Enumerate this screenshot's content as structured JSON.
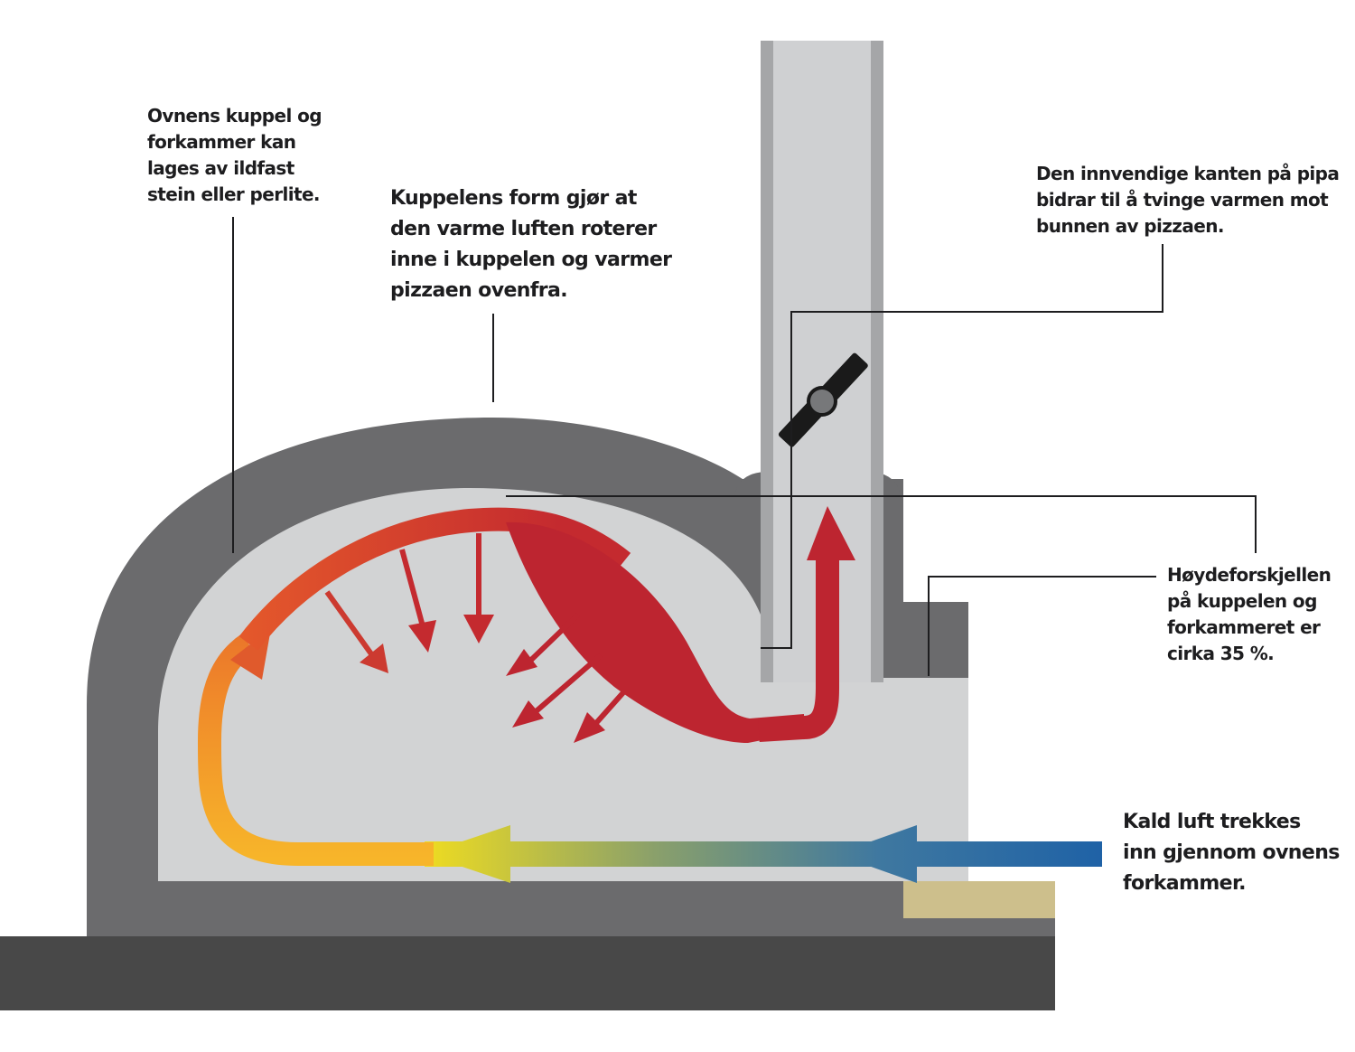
{
  "labels": {
    "dome_material": {
      "lines": [
        "Ovnens kuppel og",
        "forkammer kan",
        "lages av ildfast",
        "stein eller perlite."
      ]
    },
    "dome_shape": {
      "lines": [
        "Kuppelens form gjør at",
        "den varme luften roterer",
        "inne i kuppelen og varmer",
        "pizzaen ovenfra."
      ]
    },
    "chimney_edge": {
      "lines": [
        "Den innvendige kanten på pipa",
        "bidrar til å tvinge varmen mot",
        "bunnen av pizzaen."
      ]
    },
    "height_difference": {
      "lines": [
        "Høydeforskjellen",
        "på kuppelen og",
        "forkammeret er",
        "cirka 35 %."
      ]
    },
    "cold_air": {
      "lines": [
        "Kald luft trekkes",
        "inn gjennom ovnens",
        "forkammer."
      ]
    }
  },
  "colors": {
    "base": "#484848",
    "oven_wall": "#6b6b6d",
    "interior": "#d2d3d4",
    "floor": "#cdbf8c",
    "chimney_wall": "#a5a6a8",
    "chimney_inner": "#cfd0d2",
    "damper": "#1a1a1a",
    "hot": "#bd2530",
    "warm": "#e4582b",
    "yellow": "#f7e11a",
    "cold": "#1f62a6",
    "leader_line": "#1d1d1f"
  }
}
